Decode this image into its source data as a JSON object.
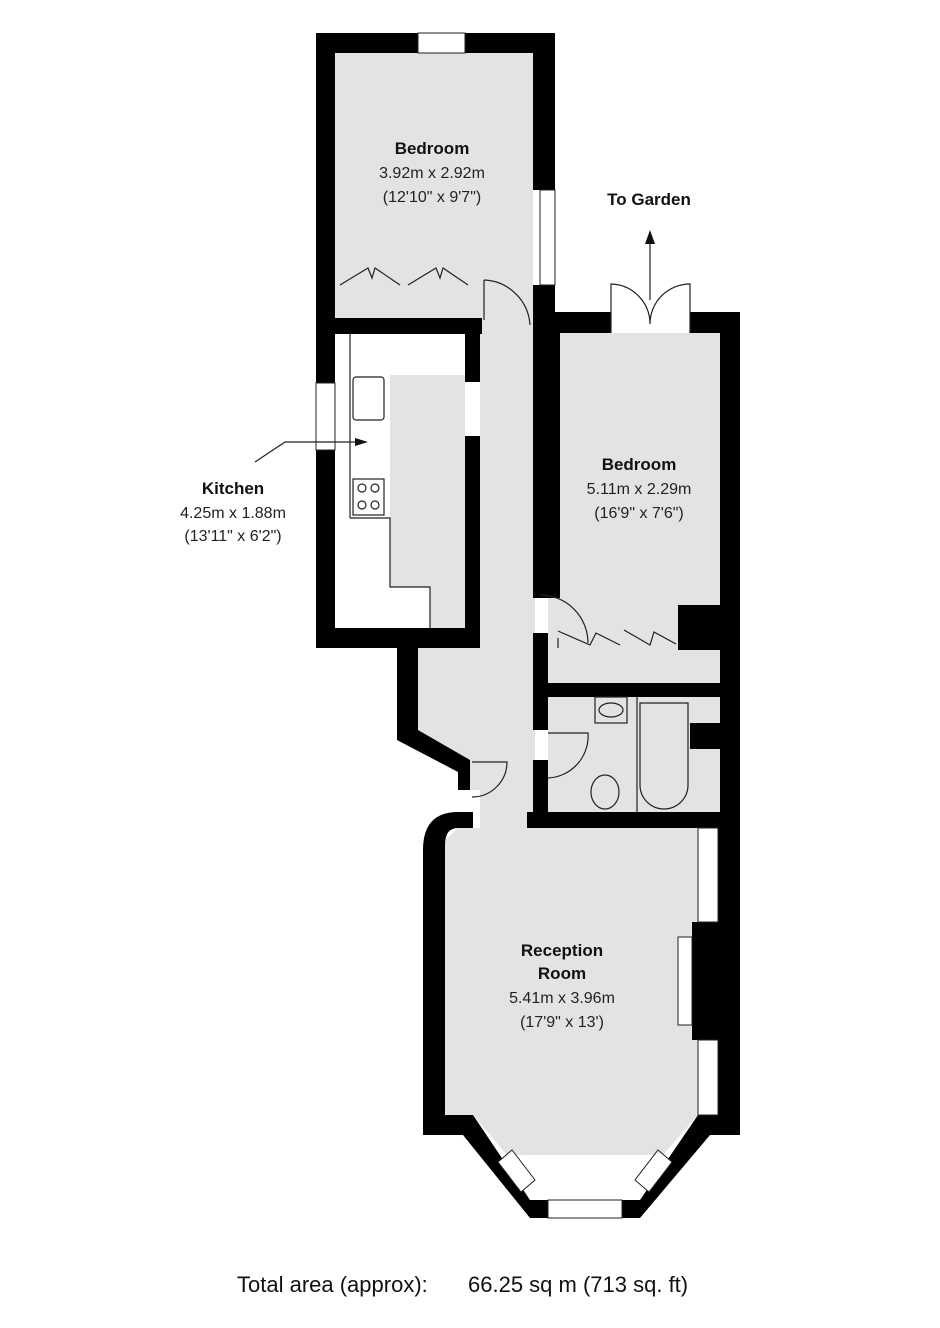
{
  "rooms": {
    "bedroom1": {
      "name": "Bedroom",
      "metric": "3.92m x 2.92m",
      "imperial": "(12'10\" x 9'7\")"
    },
    "bedroom2": {
      "name": "Bedroom",
      "metric": "5.11m x 2.29m",
      "imperial": "(16'9\" x 7'6\")"
    },
    "kitchen": {
      "name": "Kitchen",
      "metric": "4.25m x 1.88m",
      "imperial": "(13'11\" x 6'2\")"
    },
    "reception": {
      "name_line1": "Reception",
      "name_line2": "Room",
      "metric": "5.41m x 3.96m",
      "imperial": "(17'9\" x 13')"
    }
  },
  "annotations": {
    "to_garden": "To Garden"
  },
  "footer": {
    "label": "Total area (approx):",
    "value": "66.25 sq m (713 sq. ft)"
  }
}
